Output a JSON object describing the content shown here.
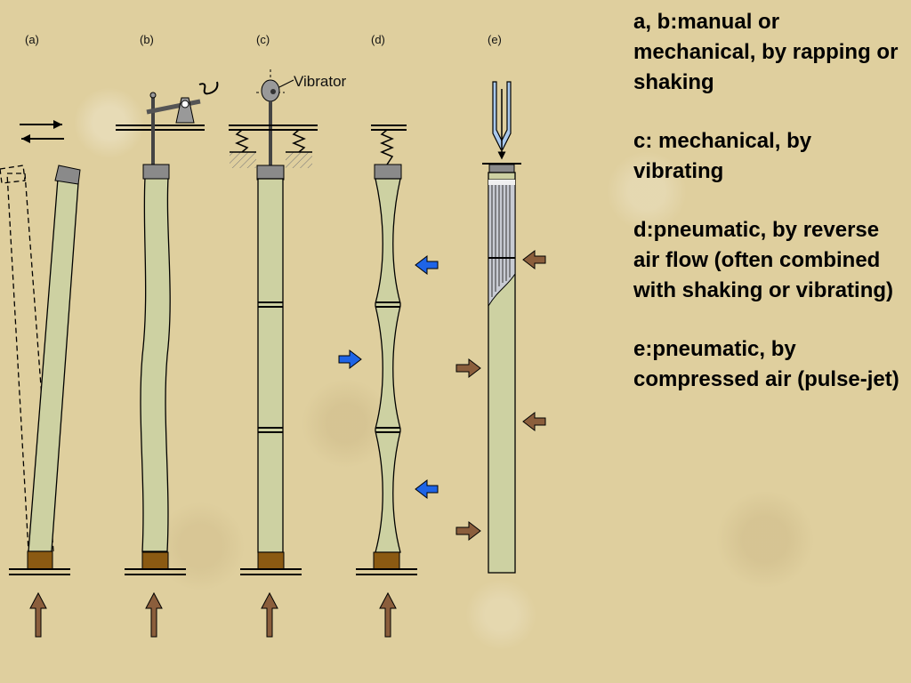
{
  "panels": [
    {
      "label": "(a)"
    },
    {
      "label": "(b)"
    },
    {
      "label": "(c)"
    },
    {
      "label": "(d)"
    },
    {
      "label": "(e)"
    }
  ],
  "vibrator_label": "Vibrator",
  "descriptions": [
    {
      "text": "a, b:manual or mechanical, by rapping or shaking"
    },
    {
      "text": "c:   mechanical, by vibrating"
    },
    {
      "text": "d:pneumatic, by reverse air flow (often combined with shaking or vibrating)"
    },
    {
      "text": "e:pneumatic, by compressed air (pulse-jet)"
    }
  ],
  "colors": {
    "background": "#dfcf9e",
    "bag": "#cdd1a2",
    "cap": "#8a8a8a",
    "base": "#8b5a12",
    "flow_arrow": "#8b5e3c",
    "reverse_air_arrow": "#1e64e6",
    "nozzle": "#a9c8ec"
  },
  "icons": [
    "up-arrow-icon",
    "blue-arrow-icon",
    "brown-arrow-icon",
    "spring-icon",
    "vibrator-icon",
    "nozzle-icon",
    "shake-arrows-icon"
  ]
}
